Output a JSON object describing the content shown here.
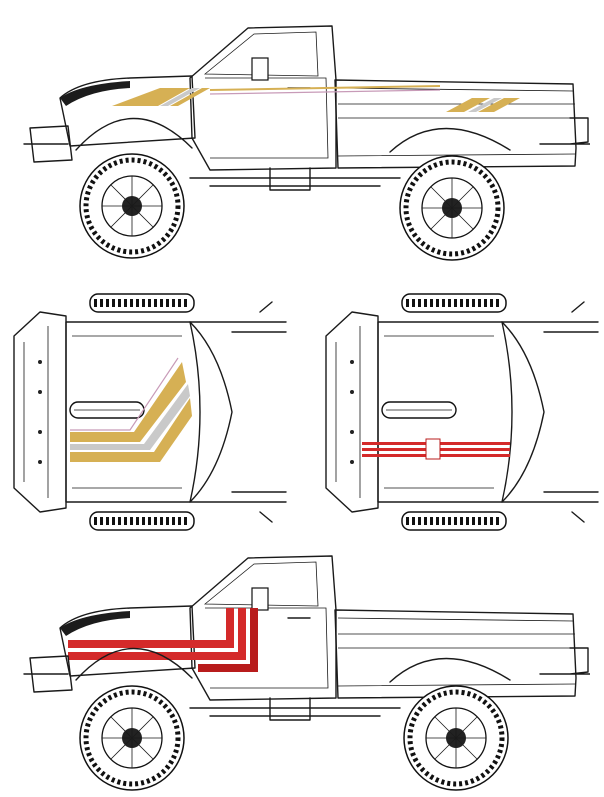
{
  "views": [
    {
      "name": "side-view-gold-stripes",
      "stripe_colors": [
        "#d6b054",
        "#c9c9c9",
        "#c89bb8"
      ]
    },
    {
      "name": "top-view-gold-stripes",
      "stripe_colors": [
        "#d6b054",
        "#c9c9c9",
        "#c89bb8"
      ]
    },
    {
      "name": "top-view-red-stripes",
      "stripe_colors": [
        "#d42a2a",
        "#b81c1c"
      ]
    },
    {
      "name": "side-view-red-stripes",
      "stripe_colors": [
        "#d42a2a",
        "#b81c1c"
      ]
    }
  ],
  "colors": {
    "gold": "#d6b054",
    "grey": "#c9c9c9",
    "pink": "#c89bb8",
    "red": "#d42a2a",
    "line": "#1a1a1a"
  }
}
